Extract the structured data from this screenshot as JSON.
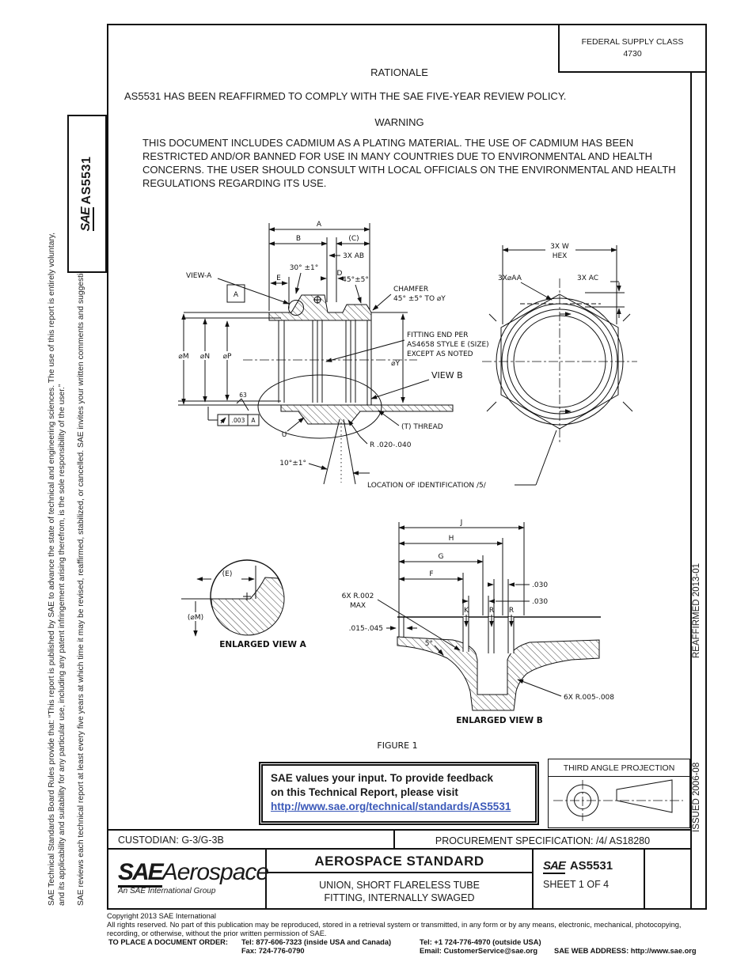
{
  "page": {
    "fsc_line1": "FEDERAL SUPPLY CLASS",
    "fsc_line2": "4730",
    "rationale_heading": "RATIONALE",
    "rationale_text": "AS5531 HAS BEEN REAFFIRMED TO COMPLY WITH THE SAE FIVE-YEAR REVIEW POLICY.",
    "warning_heading": "WARNING",
    "warning_text": "THIS DOCUMENT INCLUDES CADMIUM AS A PLATING MATERIAL. THE USE OF CADMIUM HAS BEEN RESTRICTED AND/OR BANNED FOR USE IN MANY COUNTRIES DUE TO ENVIRONMENTAL AND HEALTH CONCERNS. THE USER SHOULD CONSULT WITH LOCAL OFFICIALS ON THE ENVIRONMENTAL AND HEALTH REGULATIONS REGARDING ITS USE."
  },
  "sidebar": {
    "sae_logo": "SAE",
    "doc_code": "AS5531",
    "disclaimer_1": "SAE Technical Standards Board Rules provide that: “This report is published by SAE to advance the state of technical and engineering sciences. The use of this report is entirely voluntary, and its applicability and suitability for any particular use, including any patent infringement arising therefrom, is the sole responsibility of the user.”",
    "disclaimer_2": "SAE reviews each technical report at least every five years at which time it may be revised, reaffirmed, stabilized, or cancelled. SAE invites your written comments and suggestions."
  },
  "right_strip": {
    "issued": "ISSUED 2006-08",
    "reaffirmed": "REAFFIRMED 2013-01"
  },
  "figure": {
    "caption": "FIGURE 1",
    "labels": {
      "a": "A",
      "b": "B",
      "c": "(C)",
      "ab": "3X AB",
      "deg30": "30° ±1°",
      "d": "D",
      "e": "E",
      "deg45": "45°±5°",
      "view_a": "VIEW-A",
      "view_a_letter": "A",
      "chamfer1": "CHAMFER",
      "chamfer2": "45° ±5° TO ⌀Y",
      "fit1": "FITTING END PER",
      "fit2": "AS4658 STYLE E (SIZE)",
      "fit3": "EXCEPT AS NOTED",
      "phi_m": "⌀M",
      "phi_n": "⌀N",
      "phi_p": "⌀P",
      "phi_y": "⌀Y",
      "view_b": "VIEW B",
      "finish": "63",
      "fcf_tol": ".003",
      "fcf_datum": "A",
      "u": "U",
      "thread": "(T) THREAD",
      "r_edge": "R .020-.040",
      "deg10": "10°±1°",
      "loc_id": "LOCATION OF IDENTIFICATION /5/",
      "w": "3X W",
      "hex": "HEX",
      "aa": "3X⌀AA",
      "ac": "3X AC",
      "ea_e": "(E)",
      "ea_m": "(⌀M)",
      "ea_caption": "ENLARGED VIEW A",
      "j": "J",
      "h": "H",
      "g": "G",
      "f": "F",
      "t030a": ".030",
      "t030b": ".030",
      "r002a": "6X R.002",
      "r002b": "MAX",
      "t015": ".015-.045",
      "deg5": "5°",
      "k": "K",
      "r1": "R",
      "r2": "R",
      "r005": "6X R.005-.008",
      "eb_caption": "ENLARGED VIEW B"
    }
  },
  "feedback": {
    "line1": "SAE values your input. To provide feedback",
    "line2": "on this Technical Report, please visit",
    "link": "http://www.sae.org/technical/standards/AS5531",
    "link_color": "#3a58b8"
  },
  "projection": {
    "title": "THIRD ANGLE PROJECTION"
  },
  "footer_rows": {
    "custodian": "CUSTODIAN: G-3/G-3B",
    "procurement": "PROCUREMENT SPECIFICATION: /4/ AS18280"
  },
  "title_block": {
    "logo_main": "SAE",
    "logo_sub": "Aerospace",
    "logo_tag": "An SAE International Group",
    "doc_type": "AEROSPACE STANDARD",
    "title_line1": "UNION, SHORT FLARELESS TUBE",
    "title_line2": "FITTING, INTERNALLY SWAGED",
    "doc_logo": "SAE",
    "doc_number": "AS5531",
    "sheet": "SHEET 1 OF 4"
  },
  "copyright": {
    "line1": "Copyright 2013 SAE International",
    "line2": "All rights reserved. No part of this publication may be reproduced, stored in a retrieval system or transmitted, in any form or by any means, electronic, mechanical, photocopying,",
    "line3": "recording, or otherwise, without the prior written permission of SAE.",
    "order_label": "TO PLACE A DOCUMENT ORDER:",
    "tel_inside": "Tel: 877-606-7323 (inside USA and Canada)",
    "tel_outside": "Tel: +1 724-776-4970 (outside USA)",
    "fax": "Fax: 724-776-0790",
    "email": "Email: CustomerService@sae.org",
    "web": "SAE WEB ADDRESS: http://www.sae.org"
  }
}
